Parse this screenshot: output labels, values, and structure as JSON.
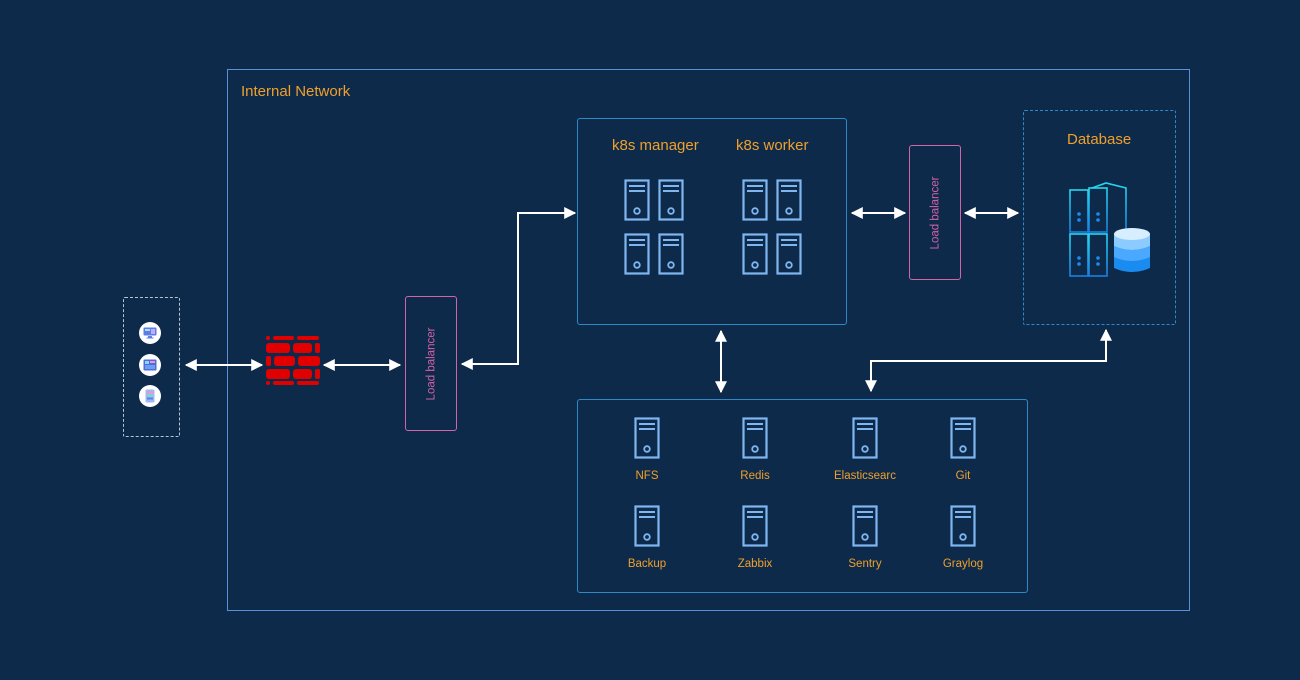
{
  "network": {
    "title": "Internal Network"
  },
  "clients": {
    "items": [
      {
        "icon": "desktop-icon"
      },
      {
        "icon": "tablet-icon"
      },
      {
        "icon": "mobile-icon"
      }
    ]
  },
  "firewall": {
    "icon": "firewall-icon",
    "color": "#e00000"
  },
  "load_balancer_front": {
    "label": "Load balancer"
  },
  "load_balancer_db": {
    "label": "Load balancer"
  },
  "k8s": {
    "manager_title": "k8s manager",
    "worker_title": "k8s worker",
    "manager_servers": 4,
    "worker_servers": 4
  },
  "database": {
    "title": "Database",
    "icon": "database-server-icon"
  },
  "services": {
    "items": [
      {
        "label": "NFS"
      },
      {
        "label": "Redis"
      },
      {
        "label": "Elasticsearc"
      },
      {
        "label": "Git"
      },
      {
        "label": "Backup"
      },
      {
        "label": "Zabbix"
      },
      {
        "label": "Sentry"
      },
      {
        "label": "Graylog"
      }
    ]
  },
  "colors": {
    "background": "#0d2a4a",
    "accent_text": "#f0a02c",
    "load_balancer": "#d463a8",
    "container_border": "#2f89c9",
    "server_icon": "#7fb6f0",
    "arrow": "#ffffff"
  }
}
